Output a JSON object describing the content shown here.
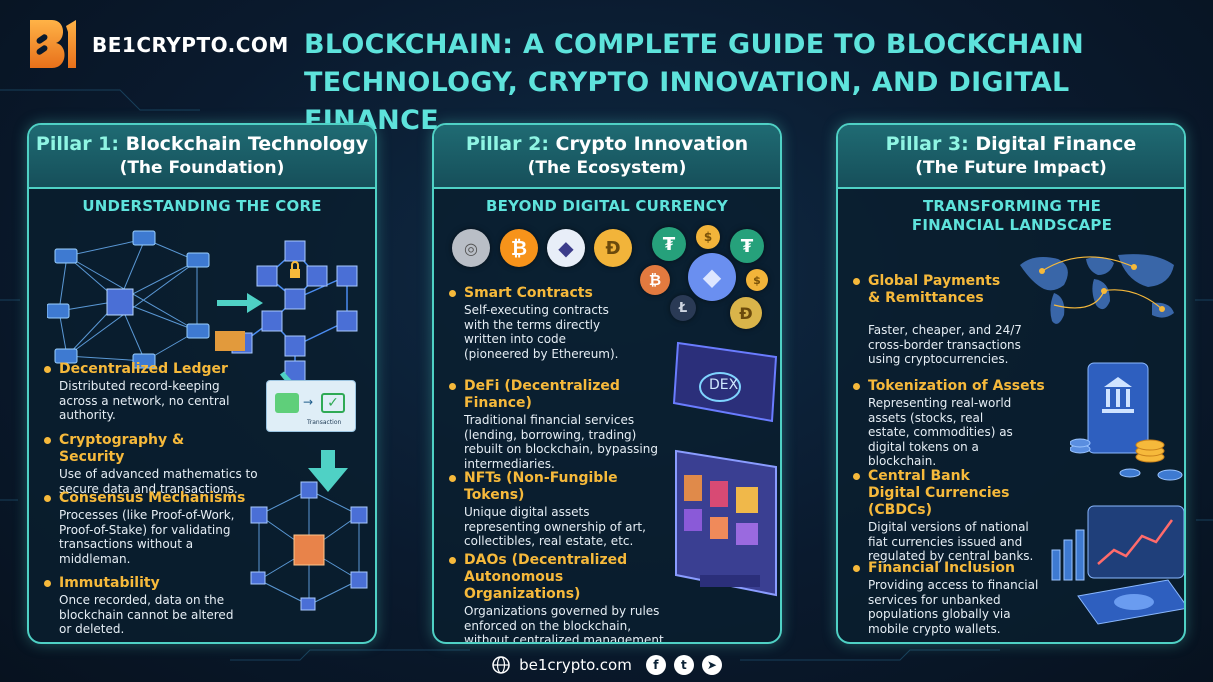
{
  "header": {
    "logo_mark": "B1",
    "logo_text": "BE1CRYPTO.COM",
    "title_line1": "BLOCKCHAIN: A COMPLETE GUIDE TO BLOCKCHAIN",
    "title_line2": "TECHNOLOGY, CRYPTO INNOVATION, AND DIGITAL FINANCE"
  },
  "pillars": [
    {
      "num": "Pillar 1:",
      "name": "Blockchain Technology",
      "sub": "(The Foundation)",
      "subhead": "UNDERSTANDING THE CORE",
      "transaction_label": "Transaction",
      "items": [
        {
          "title": "Decentralized Ledger",
          "desc": "Distributed record-keeping across a network, no central authority."
        },
        {
          "title": "Cryptography & Security",
          "desc": "Use of advanced mathematics to secure data and transactions."
        },
        {
          "title": "Consensus Mechanisms",
          "desc": "Processes (like Proof-of-Work, Proof-of-Stake) for validating transactions without a middleman."
        },
        {
          "title": "Immutability",
          "desc": "Once recorded, data on the blockchain cannot be altered or deleted."
        }
      ]
    },
    {
      "num": "Pillar 2:",
      "name": "Crypto Innovation",
      "sub": "(The Ecosystem)",
      "subhead": "BEYOND DIGITAL CURRENCY",
      "dex_label": "DEX",
      "items": [
        {
          "title": "Smart Contracts",
          "desc": "Self-executing contracts with the terms directly written into code (pioneered by Ethereum)."
        },
        {
          "title": "DeFi (Decentralized Finance)",
          "desc": "Traditional financial services (lending, borrowing, trading) rebuilt on blockchain, bypassing intermediaries."
        },
        {
          "title": "NFTs (Non-Fungible Tokens)",
          "desc": "Unique digital assets representing ownership of art, collectibles, real estate, etc."
        },
        {
          "title": "DAOs (Decentralized Autonomous Organizations)",
          "desc": "Organizations governed by rules enforced on the blockchain, without centralized management."
        }
      ]
    },
    {
      "num": "Pillar 3:",
      "name": "Digital Finance",
      "sub": "(The Future Impact)",
      "subhead": "TRANSFORMING THE FINANCIAL LANDSCAPE",
      "items": [
        {
          "title": "Global Payments & Remittances",
          "desc": "Faster, cheaper, and 24/7 cross-border transactions using cryptocurrencies."
        },
        {
          "title": "Tokenization of Assets",
          "desc": "Representing real-world assets (stocks, real estate, commodities) as digital tokens on a blockchain."
        },
        {
          "title": "Central Bank Digital Currencies (CBDCs)",
          "desc": "Digital versions of national fiat currencies issued and regulated by central banks."
        },
        {
          "title": "Financial Inclusion",
          "desc": "Providing access to financial services for unbanked populations globally via mobile crypto wallets."
        }
      ]
    }
  ],
  "footer": {
    "url": "be1crypto.com",
    "icons": [
      "globe-icon",
      "facebook-icon",
      "twitter-icon",
      "telegram-icon"
    ]
  },
  "colors": {
    "accent": "#5ee3dc",
    "bullet": "#f6b93b",
    "border": "#4fd1c5",
    "background": "#0a1a2e"
  }
}
